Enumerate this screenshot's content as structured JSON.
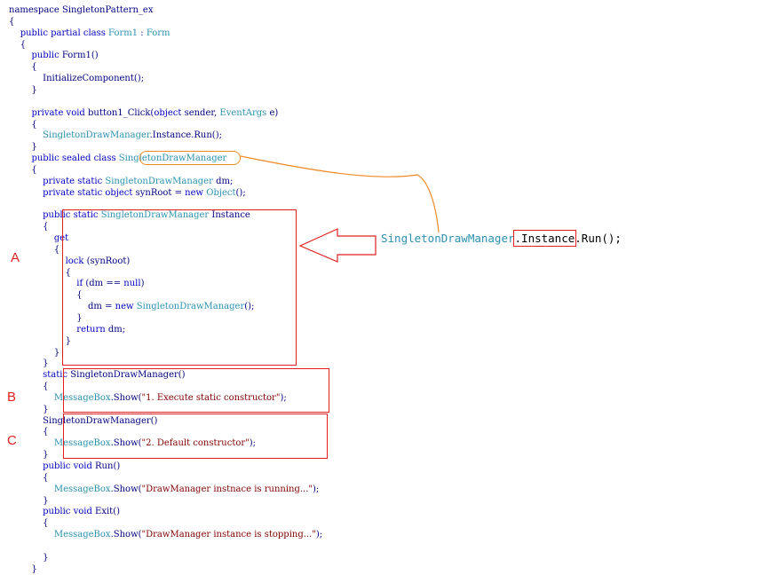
{
  "code_lines": [
    [
      {
        "t": "namespace SingletonPattern_ex",
        "c": "pl"
      }
    ],
    [
      {
        "t": "{",
        "c": "pl"
      }
    ],
    [
      {
        "t": "    ",
        "c": "pl"
      },
      {
        "t": "public partial class ",
        "c": "kw"
      },
      {
        "t": "Form1",
        "c": "ty"
      },
      {
        "t": " : ",
        "c": "pl"
      },
      {
        "t": "Form",
        "c": "ty"
      }
    ],
    [
      {
        "t": "    {",
        "c": "pl"
      }
    ],
    [
      {
        "t": "        ",
        "c": "pl"
      },
      {
        "t": "public ",
        "c": "kw"
      },
      {
        "t": "Form1()",
        "c": "pl"
      }
    ],
    [
      {
        "t": "        {",
        "c": "pl"
      }
    ],
    [
      {
        "t": "            InitializeComponent();",
        "c": "pl"
      }
    ],
    [
      {
        "t": "        }",
        "c": "pl"
      }
    ],
    [
      {
        "t": "",
        "c": "pl"
      }
    ],
    [
      {
        "t": "        ",
        "c": "pl"
      },
      {
        "t": "private void ",
        "c": "kw"
      },
      {
        "t": "button1_Click(",
        "c": "pl"
      },
      {
        "t": "object ",
        "c": "kw"
      },
      {
        "t": "sender, ",
        "c": "pl"
      },
      {
        "t": "EventArgs ",
        "c": "ty"
      },
      {
        "t": "e)",
        "c": "pl"
      }
    ],
    [
      {
        "t": "        {",
        "c": "pl"
      }
    ],
    [
      {
        "t": "            ",
        "c": "pl"
      },
      {
        "t": "SingletonDrawManager",
        "c": "ty"
      },
      {
        "t": ".Instance.Run();",
        "c": "pl"
      }
    ],
    [
      {
        "t": "        }",
        "c": "pl"
      }
    ],
    [
      {
        "t": "        ",
        "c": "pl"
      },
      {
        "t": "public sealed class ",
        "c": "kw"
      },
      {
        "t": "SingletonDrawManager",
        "c": "ty"
      }
    ],
    [
      {
        "t": "        {",
        "c": "pl"
      }
    ],
    [
      {
        "t": "            ",
        "c": "pl"
      },
      {
        "t": "private static ",
        "c": "kw"
      },
      {
        "t": "SingletonDrawManager",
        "c": "ty"
      },
      {
        "t": " dm;",
        "c": "pl"
      }
    ],
    [
      {
        "t": "            ",
        "c": "pl"
      },
      {
        "t": "private static object ",
        "c": "kw"
      },
      {
        "t": "synRoot = ",
        "c": "pl"
      },
      {
        "t": "new ",
        "c": "kw"
      },
      {
        "t": "Object",
        "c": "ty"
      },
      {
        "t": "();",
        "c": "pl"
      }
    ],
    [
      {
        "t": "",
        "c": "pl"
      }
    ],
    [
      {
        "t": "            ",
        "c": "pl"
      },
      {
        "t": "public static ",
        "c": "kw"
      },
      {
        "t": "SingletonDrawManager",
        "c": "ty"
      },
      {
        "t": " Instance",
        "c": "pl"
      }
    ],
    [
      {
        "t": "            {",
        "c": "pl"
      }
    ],
    [
      {
        "t": "                ",
        "c": "pl"
      },
      {
        "t": "get",
        "c": "kw"
      }
    ],
    [
      {
        "t": "                {",
        "c": "pl"
      }
    ],
    [
      {
        "t": "                    ",
        "c": "pl"
      },
      {
        "t": "lock ",
        "c": "kw"
      },
      {
        "t": "(synRoot)",
        "c": "pl"
      }
    ],
    [
      {
        "t": "                    {",
        "c": "pl"
      }
    ],
    [
      {
        "t": "                        ",
        "c": "pl"
      },
      {
        "t": "if ",
        "c": "kw"
      },
      {
        "t": "(dm == ",
        "c": "pl"
      },
      {
        "t": "null",
        "c": "kw"
      },
      {
        "t": ")",
        "c": "pl"
      }
    ],
    [
      {
        "t": "                        {",
        "c": "pl"
      }
    ],
    [
      {
        "t": "                            dm = ",
        "c": "pl"
      },
      {
        "t": "new ",
        "c": "kw"
      },
      {
        "t": "SingletonDrawManager",
        "c": "ty"
      },
      {
        "t": "();",
        "c": "pl"
      }
    ],
    [
      {
        "t": "                        }",
        "c": "pl"
      }
    ],
    [
      {
        "t": "                        ",
        "c": "pl"
      },
      {
        "t": "return ",
        "c": "kw"
      },
      {
        "t": "dm;",
        "c": "pl"
      }
    ],
    [
      {
        "t": "                    }",
        "c": "pl"
      }
    ],
    [
      {
        "t": "                }",
        "c": "pl"
      }
    ],
    [
      {
        "t": "            }",
        "c": "pl"
      }
    ],
    [
      {
        "t": "            ",
        "c": "pl"
      },
      {
        "t": "static ",
        "c": "kw"
      },
      {
        "t": "SingletonDrawManager()",
        "c": "pl"
      }
    ],
    [
      {
        "t": "            {",
        "c": "pl"
      }
    ],
    [
      {
        "t": "                ",
        "c": "pl"
      },
      {
        "t": "MessageBox",
        "c": "ty"
      },
      {
        "t": ".Show(",
        "c": "pl"
      },
      {
        "t": "\"1. Execute static constructor\"",
        "c": "st"
      },
      {
        "t": ");",
        "c": "pl"
      }
    ],
    [
      {
        "t": "            }",
        "c": "pl"
      }
    ],
    [
      {
        "t": "            SingletonDrawManager()",
        "c": "pl"
      }
    ],
    [
      {
        "t": "            {",
        "c": "pl"
      }
    ],
    [
      {
        "t": "                ",
        "c": "pl"
      },
      {
        "t": "MessageBox",
        "c": "ty"
      },
      {
        "t": ".Show(",
        "c": "pl"
      },
      {
        "t": "\"2. Default constructor\"",
        "c": "st"
      },
      {
        "t": ");",
        "c": "pl"
      }
    ],
    [
      {
        "t": "            }",
        "c": "pl"
      }
    ],
    [
      {
        "t": "            ",
        "c": "pl"
      },
      {
        "t": "public void ",
        "c": "kw"
      },
      {
        "t": "Run()",
        "c": "pl"
      }
    ],
    [
      {
        "t": "            {",
        "c": "pl"
      }
    ],
    [
      {
        "t": "                ",
        "c": "pl"
      },
      {
        "t": "MessageBox",
        "c": "ty"
      },
      {
        "t": ".Show(",
        "c": "pl"
      },
      {
        "t": "\"DrawManager instnace is running...\"",
        "c": "st"
      },
      {
        "t": ");",
        "c": "pl"
      }
    ],
    [
      {
        "t": "            }",
        "c": "pl"
      }
    ],
    [
      {
        "t": "            ",
        "c": "pl"
      },
      {
        "t": "public void ",
        "c": "kw"
      },
      {
        "t": "Exit()",
        "c": "pl"
      }
    ],
    [
      {
        "t": "            {",
        "c": "pl"
      }
    ],
    [
      {
        "t": "                ",
        "c": "pl"
      },
      {
        "t": "MessageBox",
        "c": "ty"
      },
      {
        "t": ".Show(",
        "c": "pl"
      },
      {
        "t": "\"DrawManager instance is stopping...\"",
        "c": "st"
      },
      {
        "t": ");",
        "c": "pl"
      }
    ],
    [
      {
        "t": "",
        "c": "pl"
      }
    ],
    [
      {
        "t": "            }",
        "c": "pl"
      }
    ],
    [
      {
        "t": "        }",
        "c": "pl"
      }
    ]
  ],
  "labels": {
    "a": "A",
    "b": "B",
    "c": "C"
  },
  "callout": {
    "class_name": "SingletonDrawManager",
    "dot": ".",
    "property": "Instance",
    "call": ".Run();"
  },
  "colors": {
    "keyword": "#0000c0",
    "type": "#2b91af",
    "plain": "#000080",
    "string": "#800000",
    "highlight_box": "#e02020",
    "connector": "#f08a24"
  }
}
